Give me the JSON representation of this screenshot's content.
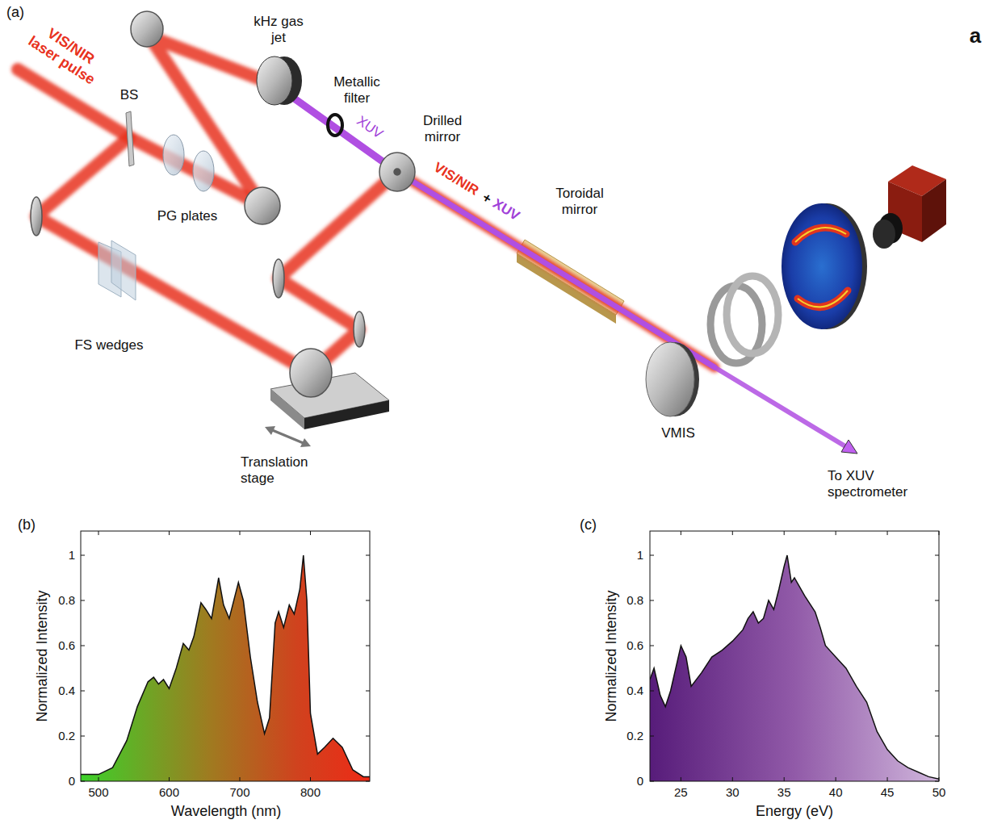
{
  "diagram": {
    "labels": [
      "(a)",
      "VIS/NIR laser pulse",
      "BS",
      "kHz gas jet",
      "Metallic filter",
      "XUV",
      "Drilled mirror",
      "VIS/NIR",
      "+",
      "XUV",
      "PG plates",
      "Toroidal mirror",
      "a",
      "FS wedges",
      "Translation stage",
      "VMIS",
      "To XUV spectrometer",
      "(b)",
      "Normalized Intensity",
      "Wavelength (nm)",
      "0",
      "0.2",
      "0.4",
      "0.6",
      "0.8",
      "1",
      "500",
      "600",
      "700",
      "800",
      "(c)",
      "Normalized Intensity",
      "Energy (eV)",
      "0",
      "0.2",
      "0.4",
      "0.6",
      "0.8",
      "1",
      "25",
      "30",
      "35",
      "40",
      "45",
      "50"
    ]
  }
}
